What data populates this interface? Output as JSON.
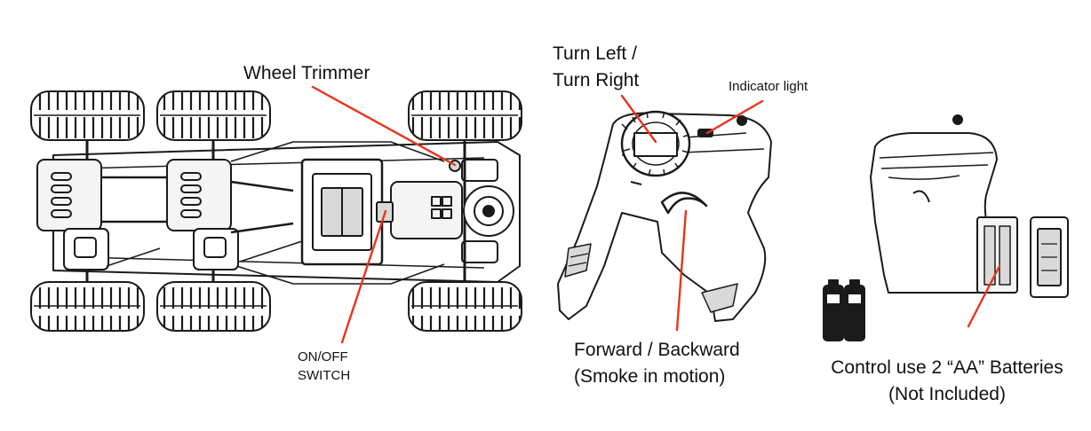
{
  "labels": {
    "wheel_trimmer": "Wheel Trimmer",
    "on_off_line1": "ON/OFF",
    "on_off_line2": "SWITCH",
    "turn_line1": "Turn Left /",
    "turn_line2": "Turn Right",
    "indicator_light": "Indicator light",
    "forward_line1": "Forward / Backward",
    "forward_line2": "(Smoke in motion)",
    "batteries_line1": "Control use 2 “AA” Batteries",
    "batteries_line2": "(Not Included)"
  },
  "colors": {
    "line_art": "#1a1a1a",
    "pointer": "#e8341c",
    "fill_light": "#f4f4f4",
    "fill_mid": "#d9d9d9"
  }
}
